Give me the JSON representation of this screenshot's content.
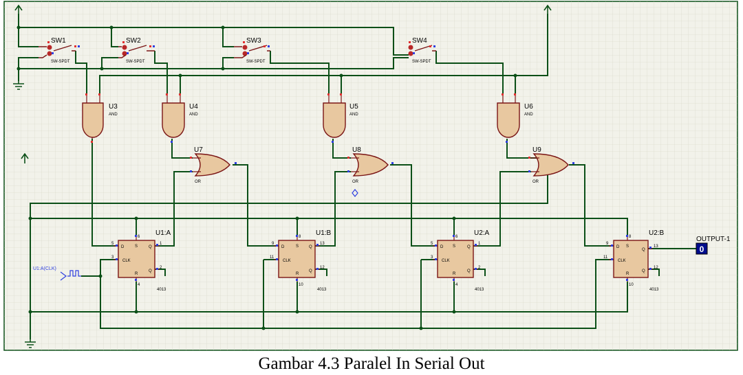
{
  "caption": "Gambar 4.3 Paralel In Serial Out",
  "switches": [
    {
      "ref": "SW1",
      "type": "SW-SPDT"
    },
    {
      "ref": "SW2",
      "type": "SW-SPDT"
    },
    {
      "ref": "SW3",
      "type": "SW-SPDT"
    },
    {
      "ref": "SW4",
      "type": "SW-SPDT"
    }
  ],
  "and_gates": [
    {
      "ref": "U3",
      "type": "AND"
    },
    {
      "ref": "U4",
      "type": "AND"
    },
    {
      "ref": "U5",
      "type": "AND"
    },
    {
      "ref": "U6",
      "type": "AND"
    }
  ],
  "or_gates": [
    {
      "ref": "U7",
      "type": "OR"
    },
    {
      "ref": "U8",
      "type": "OR"
    },
    {
      "ref": "U9",
      "type": "OR"
    }
  ],
  "flipflops": [
    {
      "ref": "U1:A",
      "part": "4013",
      "pins": {
        "d": "5",
        "clk": "3",
        "q": "1",
        "qn": "2",
        "s": "6",
        "r": "4"
      }
    },
    {
      "ref": "U1:B",
      "part": "4013",
      "pins": {
        "d": "9",
        "clk": "11",
        "q": "13",
        "qn": "12",
        "s": "8",
        "r": "10"
      }
    },
    {
      "ref": "U2:A",
      "part": "4013",
      "pins": {
        "d": "5",
        "clk": "3",
        "q": "1",
        "qn": "2",
        "s": "6",
        "r": "4"
      }
    },
    {
      "ref": "U2:B",
      "part": "4013",
      "pins": {
        "d": "9",
        "clk": "11",
        "q": "13",
        "qn": "12",
        "s": "8",
        "r": "10"
      }
    }
  ],
  "ff_pin_names": {
    "d": "D",
    "clk": "CLK",
    "q": "Q",
    "qn": "Q",
    "s": "S",
    "r": "R"
  },
  "clock": {
    "label": "U1:A(CLK)"
  },
  "output": {
    "label": "OUTPUT-1",
    "value": "0"
  }
}
